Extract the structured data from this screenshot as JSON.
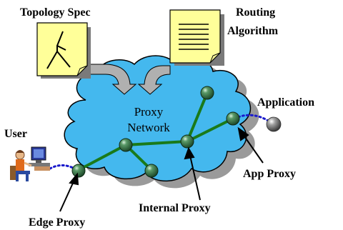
{
  "labels": {
    "topology_spec": "Topology Spec",
    "routing_line1": "Routing",
    "routing_line2": "Algorithm",
    "application": "Application",
    "user": "User",
    "cloud_line1": "Proxy",
    "cloud_line2": "Network",
    "app_proxy": "App Proxy",
    "internal_proxy": "Internal Proxy",
    "edge_proxy": "Edge Proxy"
  },
  "colors": {
    "cloud_fill": "#44b8ee",
    "cloud_shadow": "#9a9a9a",
    "note_fill": "#ffff99",
    "link": "#1a7a1a",
    "node": "#2e6b3d",
    "dotted_link": "#1a1acc",
    "gray_arrow": "#b0b0b0"
  },
  "icons": {
    "topology_doc": "tree-document-icon",
    "routing_doc": "lined-document-icon",
    "user": "person-at-computer-icon",
    "application": "gray-sphere-icon"
  }
}
